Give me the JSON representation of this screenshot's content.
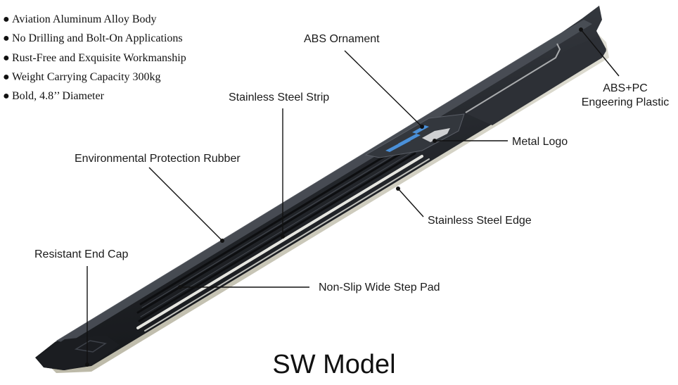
{
  "features": [
    "Aviation Aluminum Alloy Body",
    "No Drilling and Bolt-On Applications",
    "Rust-Free and Exquisite Workmanship",
    "Weight Carrying Capacity 300kg",
    "Bold, 4.8’’ Diameter"
  ],
  "bullet_symbol": "●",
  "labels": {
    "abs_ornament": "ABS Ornament",
    "abs_pc_line1": "ABS+PC",
    "abs_pc_line2": "Engeering Plastic",
    "stainless_strip": "Stainless Steel Strip",
    "metal_logo": "Metal Logo",
    "env_rubber": "Environmental Protection Rubber",
    "stainless_edge": "Stainless Steel Edge",
    "end_cap": "Resistant End Cap",
    "step_pad": "Non-Slip Wide Step Pad"
  },
  "model_name": "SW Model",
  "colors": {
    "board_body": "#23262b",
    "board_highlight": "#3a3e45",
    "steel": "#d9d9d4",
    "edge_steel": "#c9c7b8",
    "ornament_blue": "#4a90d9",
    "callout_line": "#111111"
  }
}
